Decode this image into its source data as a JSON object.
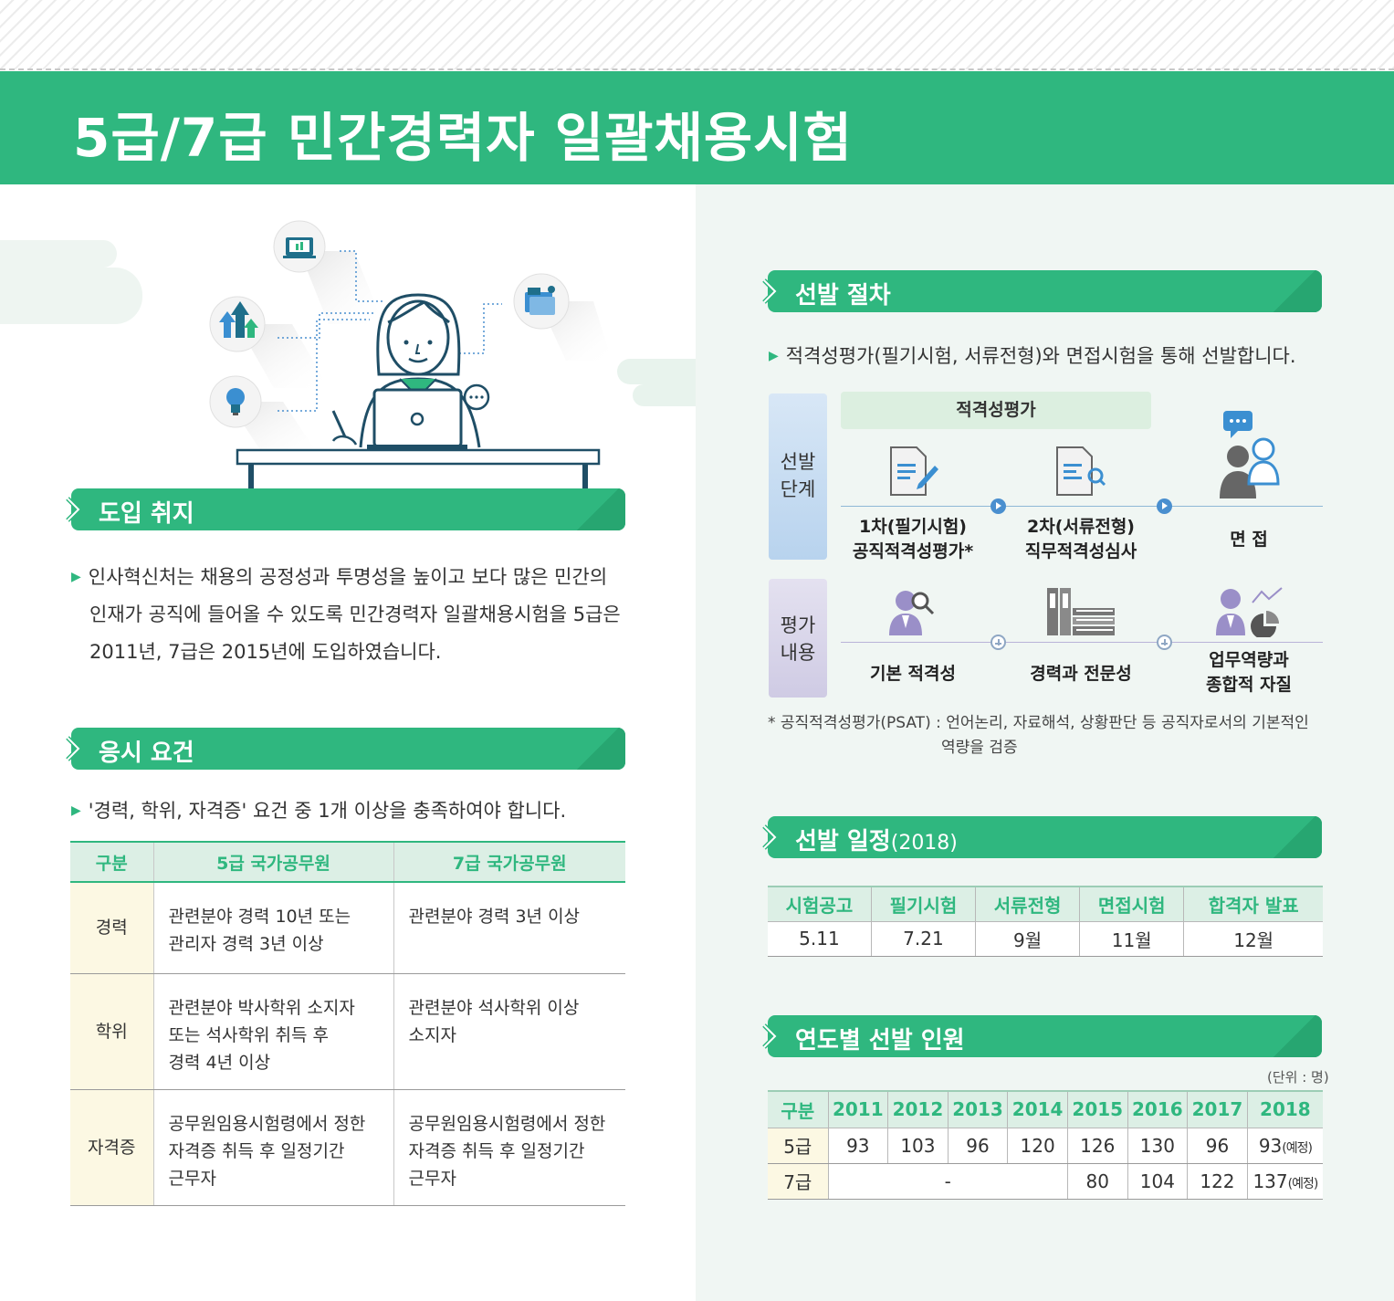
{
  "header": {
    "title": "5급/7급 민간경력자 일괄채용시험"
  },
  "sections": {
    "intro": {
      "title": "도입 취지",
      "lines": [
        "인사혁신처는 채용의 공정성과 투명성을 높이고 보다 많은 민간의",
        "인재가 공직에 들어올 수 있도록 민간경력자 일괄채용시험을 5급은",
        "2011년, 7급은 2015년에 도입하였습니다."
      ]
    },
    "requirements": {
      "title": "응시 요건",
      "lead": "'경력, 학위, 자격증' 요건 중 1개 이상을 충족하여야 합니다.",
      "headers": [
        "구분",
        "5급 국가공무원",
        "7급 국가공무원"
      ],
      "rows": [
        {
          "cat": "경력",
          "g5": [
            "관련분야 경력 10년 또는",
            "관리자 경력 3년 이상"
          ],
          "g7": [
            "관련분야 경력 3년 이상"
          ]
        },
        {
          "cat": "학위",
          "g5": [
            "관련분야 박사학위 소지자",
            "또는 석사학위 취득 후",
            "경력 4년 이상"
          ],
          "g7": [
            "관련분야 석사학위 이상",
            "소지자"
          ]
        },
        {
          "cat": "자격증",
          "g5": [
            "공무원임용시험령에서 정한",
            "자격증 취득 후 일정기간",
            "근무자"
          ],
          "g7": [
            "공무원임용시험령에서 정한",
            "자격증 취득 후 일정기간",
            "근무자"
          ]
        }
      ]
    },
    "procedure": {
      "title": "선발 절차",
      "lead": "적격성평가(필기시험, 서류전형)와 면접시험을 통해 선발합니다.",
      "stage_label": [
        "선발",
        "단계"
      ],
      "eval_label": [
        "평가",
        "내용"
      ],
      "eval_banner": "적격성평가",
      "steps": [
        {
          "lines": [
            "1차(필기시험)",
            "공직적격성평가*"
          ]
        },
        {
          "lines": [
            "2차(서류전형)",
            "직무적격성심사"
          ]
        },
        {
          "lines": [
            "면 접"
          ]
        }
      ],
      "contents": [
        {
          "lines": [
            "기본 적격성"
          ]
        },
        {
          "lines": [
            "경력과 전문성"
          ]
        },
        {
          "lines": [
            "업무역량과",
            "종합적 자질"
          ]
        }
      ],
      "footnote": [
        "* 공직적격성평가(PSAT) : 언어논리, 자료해석, 상황판단 등 공직자로서의 기본적인",
        "역량을 검증"
      ]
    },
    "schedule": {
      "title": "선발 일정",
      "year": "(2018)",
      "headers": [
        "시험공고",
        "필기시험",
        "서류전형",
        "면접시험",
        "합격자 발표"
      ],
      "values": [
        "5.11",
        "7.21",
        "9월",
        "11월",
        "12월"
      ]
    },
    "yearly": {
      "title": "연도별 선발 인원",
      "unit": "(단위 : 명)",
      "headers": [
        "구분",
        "2011",
        "2012",
        "2013",
        "2014",
        "2015",
        "2016",
        "2017",
        "2018"
      ],
      "g5": {
        "label": "5급",
        "values": [
          "93",
          "103",
          "96",
          "120",
          "126",
          "130",
          "96"
        ],
        "last": "93",
        "last_note": "(예정)"
      },
      "g7": {
        "label": "7급",
        "dash": "-",
        "values": [
          "80",
          "104",
          "122"
        ],
        "last": "137",
        "last_note": "(예정)"
      }
    }
  },
  "icons": [
    "monitor-chart-icon",
    "growth-arrows-icon",
    "lightbulb-icon",
    "folder-icon",
    "speech-bubble-icon",
    "document-pen-icon",
    "document-search-icon",
    "interview-people-icon",
    "person-search-icon",
    "books-icon",
    "person-chart-icon"
  ],
  "colors": {
    "brand": "#2fb77f",
    "stage": "#b8d3ee",
    "eval": "#cfcbe4",
    "node": "#4a8fcf"
  }
}
